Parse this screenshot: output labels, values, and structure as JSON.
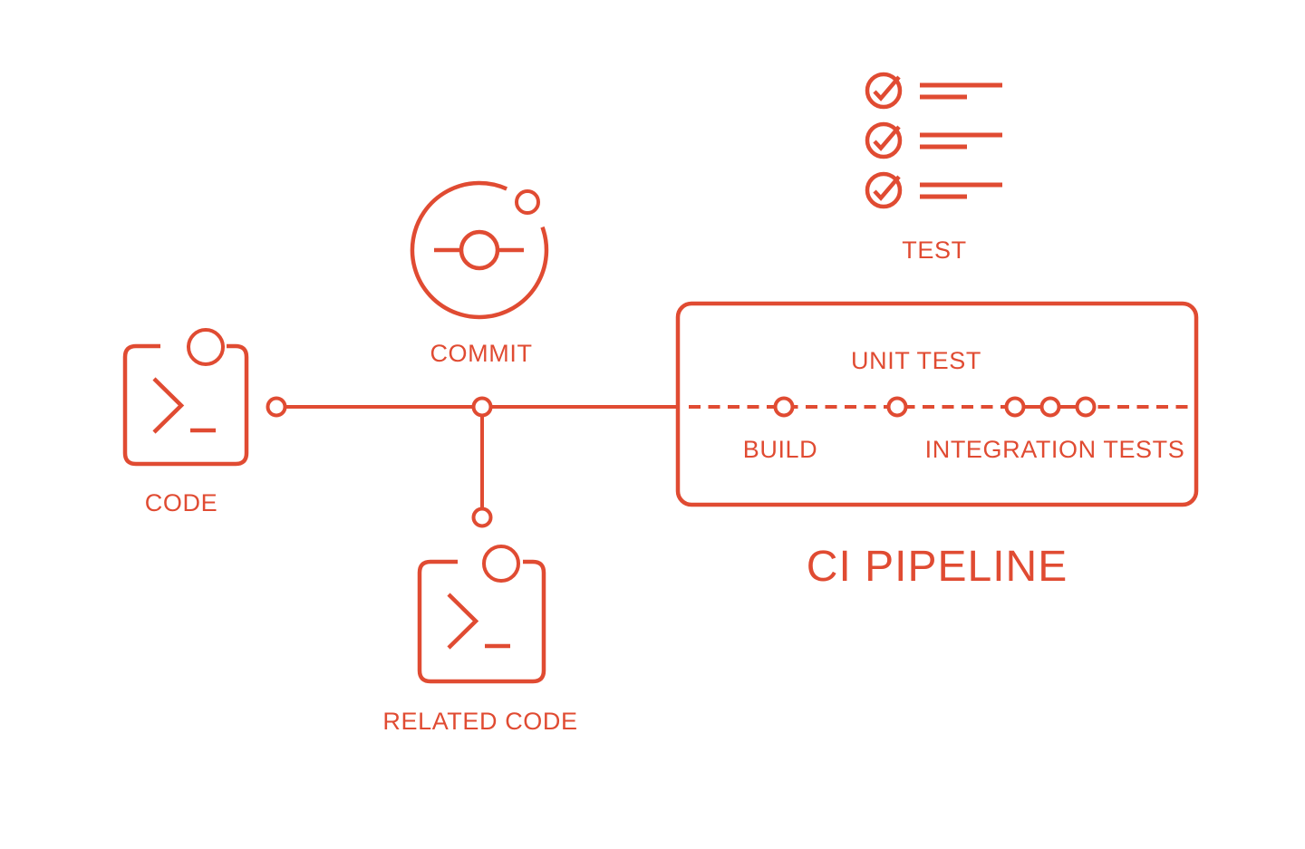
{
  "colors": {
    "accent": "#E04B32",
    "background": "#FFFFFF"
  },
  "diagram": {
    "title": "CI PIPELINE",
    "nodes": {
      "code": {
        "label": "CODE",
        "icon": "terminal-code-icon"
      },
      "commit": {
        "label": "COMMIT",
        "icon": "git-commit-icon"
      },
      "test": {
        "label": "TEST",
        "icon": "checklist-icon",
        "checklist_items": 3
      },
      "related_code": {
        "label": "RELATED CODE",
        "icon": "terminal-code-icon"
      }
    },
    "pipeline": {
      "title": "CI PIPELINE",
      "stages": [
        {
          "label": "BUILD",
          "label_position": "below",
          "nodes": 1
        },
        {
          "label": "UNIT TEST",
          "label_position": "above",
          "nodes": 1
        },
        {
          "label": "INTEGRATION TESTS",
          "label_position": "below",
          "nodes": 3
        }
      ]
    },
    "edges": [
      {
        "from": "code",
        "to": "pipeline",
        "style": "solid"
      },
      {
        "from": "commit",
        "to": "related_code",
        "style": "solid"
      },
      {
        "from": "pipeline-internal",
        "style": "dashed"
      }
    ]
  }
}
